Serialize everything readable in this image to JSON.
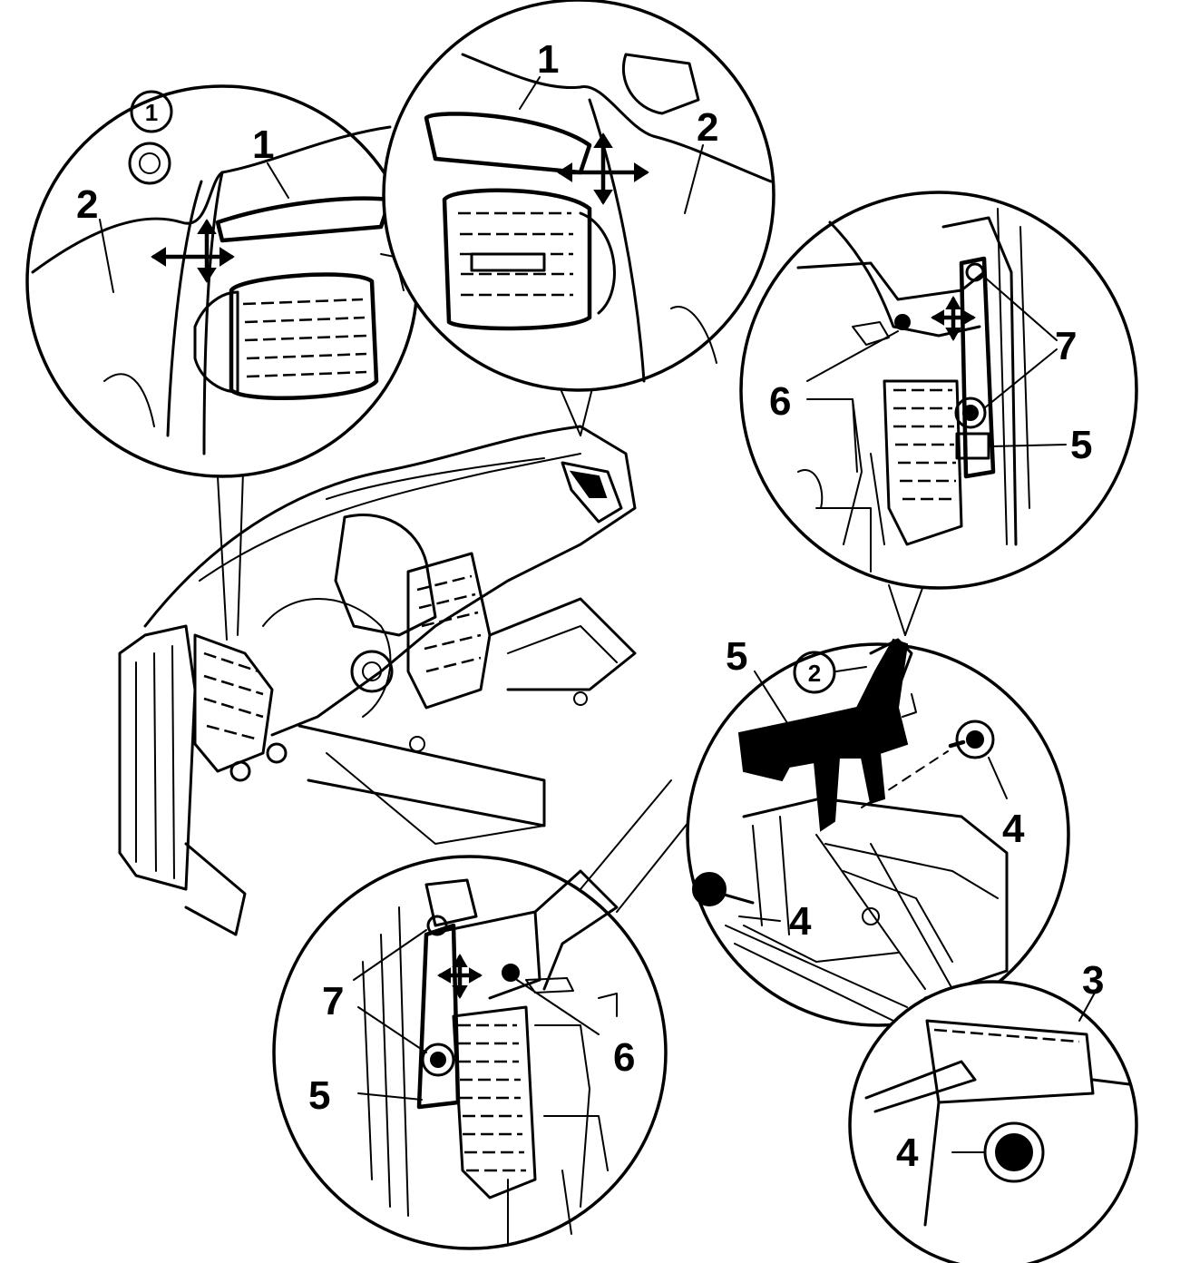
{
  "badges": [
    {
      "id": "step-1",
      "text": "1"
    },
    {
      "id": "step-2",
      "text": "2"
    }
  ],
  "callouts": {
    "vent_left": {
      "c1": "1",
      "c2": "2"
    },
    "vent_right": {
      "c1": "1",
      "c2": "2"
    },
    "bracket_top": {
      "c5": "5",
      "c6": "6",
      "c7": "7"
    },
    "bracket_bottom": {
      "c5": "5",
      "c6": "6",
      "c7": "7"
    },
    "bracket_center": {
      "c3": "3",
      "c4a": "4",
      "c4b": "4",
      "c4c": "4",
      "c5": "5"
    }
  }
}
